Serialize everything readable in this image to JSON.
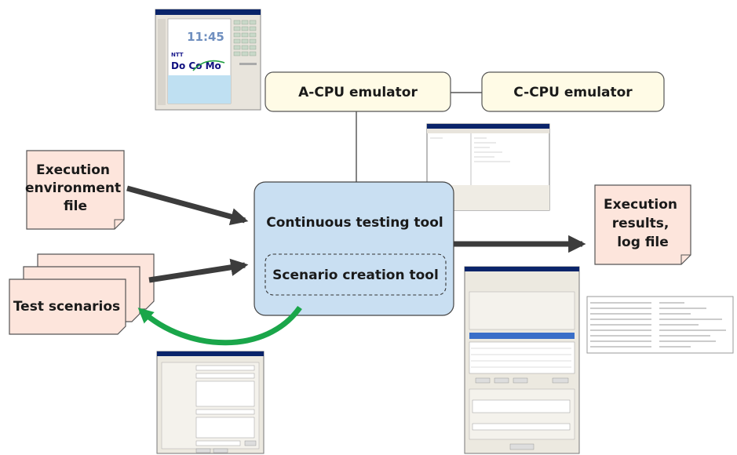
{
  "nodes": {
    "acpu": "A-CPU emulator",
    "ccpu": "C-CPU emulator",
    "exec_env": [
      "Execution",
      "environment",
      "file"
    ],
    "continuous": "Continuous testing tool",
    "scenario_creation": "Scenario creation tool",
    "exec_results": [
      "Execution",
      "results,",
      "log file"
    ],
    "test_scenarios": "Test scenarios"
  },
  "phone_screen": {
    "brand_small": "NTT",
    "brand": "Do Co Mo",
    "clock": "11:45"
  },
  "colors": {
    "emulator_fill": "#fffbe6",
    "file_fill": "#fde5dc",
    "tool_fill": "#c9dff2",
    "dark_arrow": "#3c3c3c",
    "green_arrow": "#1aa64a"
  }
}
